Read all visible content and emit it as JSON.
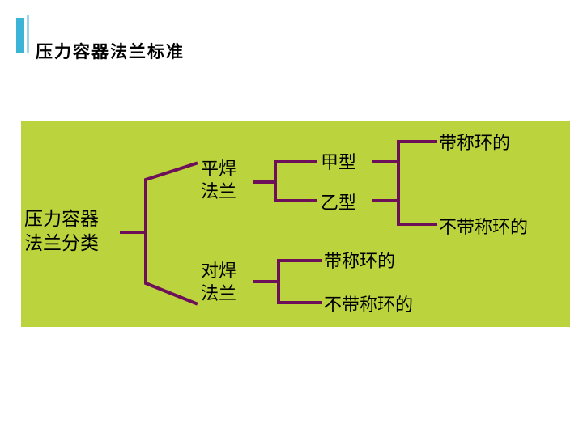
{
  "slide": {
    "title": "压力容器法兰标准"
  },
  "tree": {
    "root": {
      "line1": "压力容器",
      "line2": "法兰分类"
    },
    "flat_weld": {
      "line1": "平焊",
      "line2": "法兰"
    },
    "butt_weld": {
      "line1": "对焊",
      "line2": "法兰"
    },
    "type_a": "甲型",
    "type_b": "乙型",
    "flat_with_ring": "带称环的",
    "flat_without_ring": "不带称环的",
    "butt_with_ring": "带称环的",
    "butt_without_ring": "不带称环的"
  },
  "colors": {
    "panel": "#bbd43e",
    "connector": "#6e0f5a",
    "accent": "#3cb4d8"
  }
}
